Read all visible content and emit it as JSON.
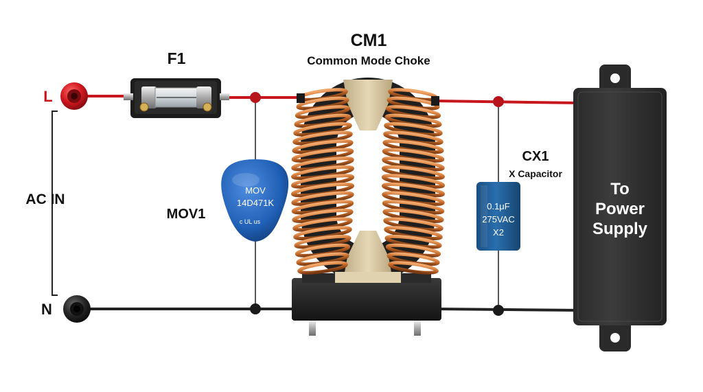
{
  "labels": {
    "line": "L",
    "neutral": "N",
    "ac_in": "AC IN",
    "fuse": "F1",
    "choke_ref": "CM1",
    "choke_desc": "Common Mode Choke",
    "mov_ref": "MOV1",
    "mov_body_line1": "MOV",
    "mov_body_line2": "14D471K",
    "mov_cert": "c UL us",
    "cap_ref": "CX1",
    "cap_desc": "X Capacitor",
    "cap_value": "0.1μF",
    "cap_voltage": "275VAC",
    "cap_class": "X2",
    "output_line1": "To",
    "output_line2": "Power",
    "output_line3": "Supply"
  },
  "colors": {
    "line_wire": "#c8161d",
    "neutral_wire": "#222222",
    "mov_body": "#1f5fb5",
    "cap_body": "#1f5d9a",
    "copper": "#c46a2a",
    "core_tan": "#d9c9a3",
    "box": "#333333",
    "label_red": "#c8161d"
  }
}
